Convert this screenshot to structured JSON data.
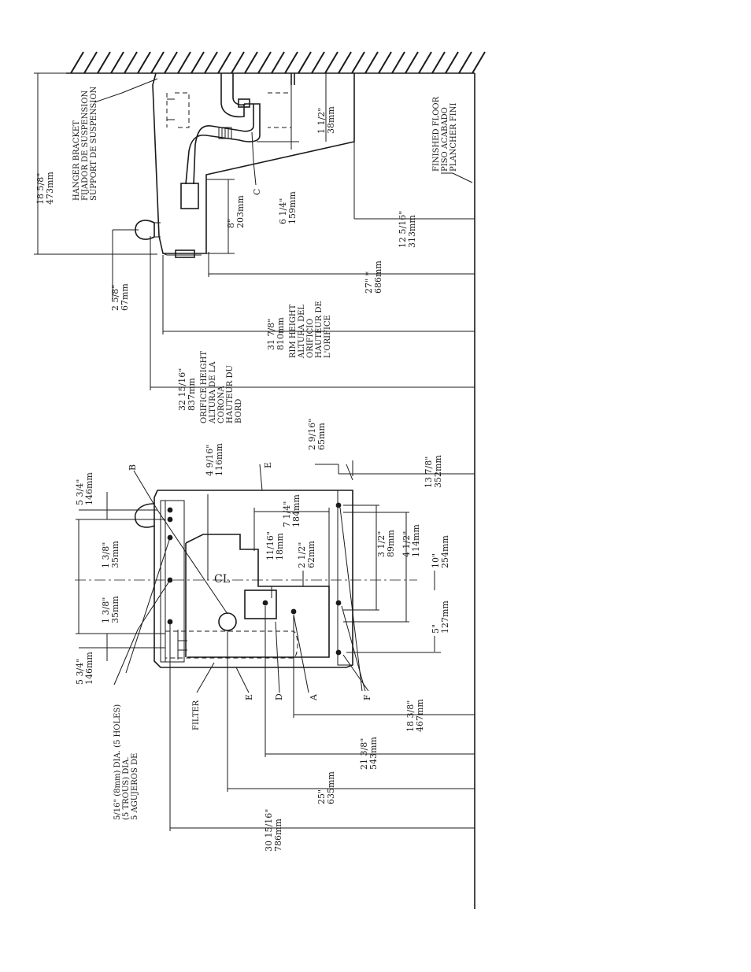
{
  "dims": {
    "d_18_5_8": {
      "imp": "18 5/8\"",
      "mm": "473mm"
    },
    "d_2_5_8": {
      "imp": "2 5/8\"",
      "mm": "67mm"
    },
    "d_8": {
      "imp": "8\"",
      "mm": "203mm"
    },
    "d_6_1_4": {
      "imp": "6 1/4\"",
      "mm": "159mm"
    },
    "d_1_1_2": {
      "imp": "1 1/2\"",
      "mm": "38mm"
    },
    "d_12_5_16": {
      "imp": "12 5/16\"",
      "mm": "313mm"
    },
    "d_27": {
      "imp": "27\" *",
      "mm": "686mm"
    },
    "d_31_7_8": {
      "imp": "31 7/8\"",
      "mm": "810mm"
    },
    "d_32_15_16": {
      "imp": "32 15/16\"",
      "mm": "837mm"
    },
    "d_5_3_4_top": {
      "imp": "5 3/4\"",
      "mm": "146mm"
    },
    "d_1_3_8_a": {
      "imp": "1 3/8\"",
      "mm": "35mm"
    },
    "d_1_3_8_b": {
      "imp": "1 3/8\"",
      "mm": "35mm"
    },
    "d_5_3_4_bot": {
      "imp": "5 3/4\"",
      "mm": "146mm"
    },
    "d_4_9_16": {
      "imp": "4 9/16\"",
      "mm": "116mm"
    },
    "d_11_16": {
      "imp": "11/16\"",
      "mm": "18mm"
    },
    "d_2_1_2": {
      "imp": "2 1/2\"",
      "mm": "62mm"
    },
    "d_7_1_4": {
      "imp": "7 1/4\"",
      "mm": "184mm"
    },
    "d_2_9_16": {
      "imp": "2 9/16\"",
      "mm": "65mm"
    },
    "d_13_7_8": {
      "imp": "13 7/8\"",
      "mm": "352mm"
    },
    "d_3_1_2": {
      "imp": "3 1/2\"",
      "mm": "89mm"
    },
    "d_4_1_2": {
      "imp": "4 1/2\"",
      "mm": "114mm"
    },
    "d_10": {
      "imp": "10\"",
      "mm": "254mm"
    },
    "d_5": {
      "imp": "5\"",
      "mm": "127mm"
    },
    "d_18_3_8": {
      "imp": "18 3/8\"",
      "mm": "467mm"
    },
    "d_21_3_8": {
      "imp": "21 3/8\"",
      "mm": "543mm"
    },
    "d_25": {
      "imp": "25\"",
      "mm": "635mm"
    },
    "d_30_15_16": {
      "imp": "30 15/16\"",
      "mm": "786mm"
    }
  },
  "labels": {
    "hanger_bracket": [
      "HANGER BRACKET",
      "FIJADOR DE SUSPENSION",
      "SUPPORT DE SUSPENSION"
    ],
    "finished_floor": [
      "FINISHED FLOOR",
      "PISO ACABADO",
      "PLANCHER FINI"
    ],
    "rim_height": [
      "RIM HEIGHT",
      "ALTURA DEL",
      "ORIFICIO",
      "HAUTEUR DE",
      "L'ORIFICE"
    ],
    "orifice_height": [
      "ORIFICE HEIGHT",
      "ALTURA DE LA",
      "CORONA",
      "HAUTEUR DU",
      "BORD"
    ],
    "holes": [
      "5/16\" (8mm) DIA. (5 HOLES)",
      "(5 TROUS) DIA.",
      "5 AGUJEROS DE"
    ],
    "filter": "FILTER",
    "cl": "CL",
    "A": "A",
    "B": "B",
    "C": "C",
    "D": "D",
    "E": "E",
    "F": "F"
  }
}
